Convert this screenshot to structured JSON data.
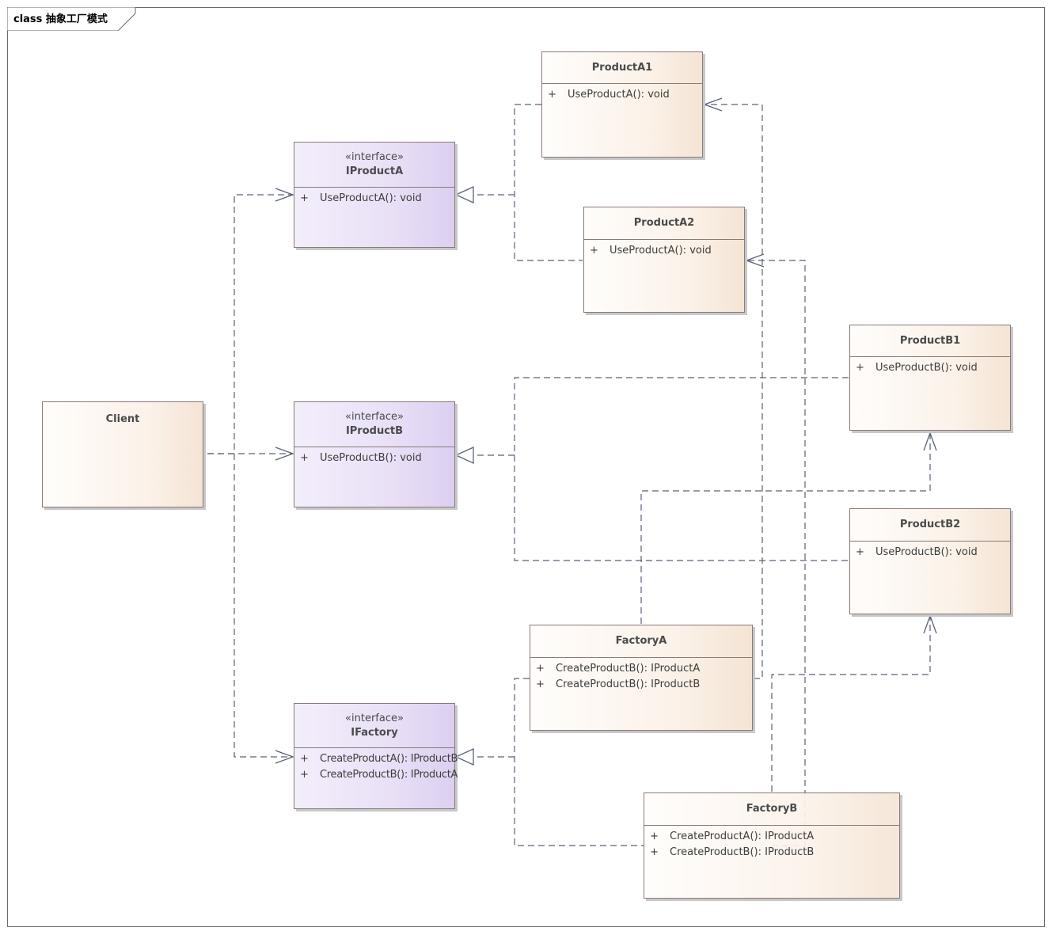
{
  "diagram": {
    "title": "class 抽象工厂模式",
    "colors": {
      "connector": "#5a6278",
      "border": "#8a7a78",
      "concrete_fill": "#fbf2e9",
      "interface_fill": "#e4d9f4",
      "frame": "#6a6a6a"
    },
    "classes": {
      "client": {
        "name": "Client"
      },
      "iproducta": {
        "stereotype": "«interface»",
        "name": "IProductA",
        "ops": [
          {
            "vis": "+",
            "sig": "UseProductA(): void"
          }
        ]
      },
      "iproductb": {
        "stereotype": "«interface»",
        "name": "IProductB",
        "ops": [
          {
            "vis": "+",
            "sig": "UseProductB(): void"
          }
        ]
      },
      "ifactory": {
        "stereotype": "«interface»",
        "name": "IFactory",
        "ops": [
          {
            "vis": "+",
            "sig": "CreateProductA(): IProductB"
          },
          {
            "vis": "+",
            "sig": "CreateProductB(): IProductA"
          }
        ]
      },
      "producta1": {
        "name": "ProductA1",
        "ops": [
          {
            "vis": "+",
            "sig": "UseProductA(): void"
          }
        ]
      },
      "producta2": {
        "name": "ProductA2",
        "ops": [
          {
            "vis": "+",
            "sig": "UseProductA(): void"
          }
        ]
      },
      "productb1": {
        "name": "ProductB1",
        "ops": [
          {
            "vis": "+",
            "sig": "UseProductB(): void"
          }
        ]
      },
      "productb2": {
        "name": "ProductB2",
        "ops": [
          {
            "vis": "+",
            "sig": "UseProductB(): void"
          }
        ]
      },
      "factorya": {
        "name": "FactoryA",
        "ops": [
          {
            "vis": "+",
            "sig": "CreateProductB(): IProductA"
          },
          {
            "vis": "+",
            "sig": "CreateProductB(): IProductB"
          }
        ]
      },
      "factoryb": {
        "name": "FactoryB",
        "ops": [
          {
            "vis": "+",
            "sig": "CreateProductA(): IProductA"
          },
          {
            "vis": "+",
            "sig": "CreateProductB(): IProductB"
          }
        ]
      }
    }
  }
}
